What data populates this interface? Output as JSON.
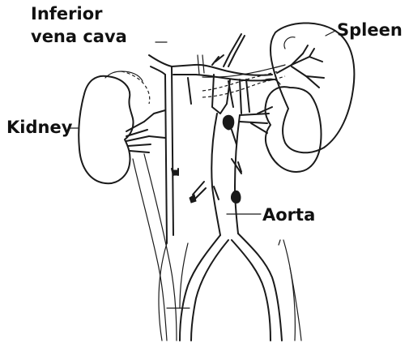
{
  "labels": {
    "inferior_vena_cava_line1": "Inferior",
    "inferior_vena_cava_line2": "vena cava",
    "spleen": "Spleen",
    "kidney": "Kidney",
    "aorta": "Aorta"
  }
}
